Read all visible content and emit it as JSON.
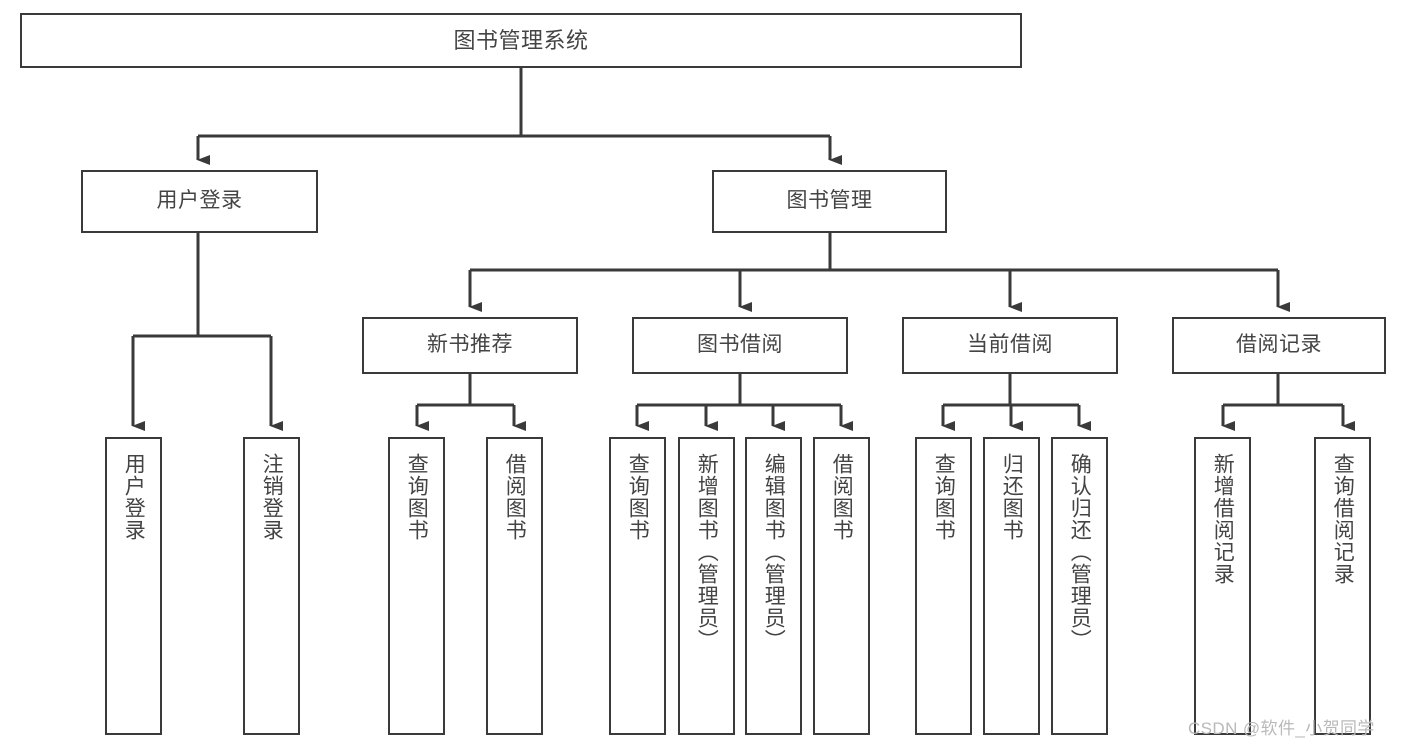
{
  "diagram": {
    "title": "图书管理系统",
    "type": "function-tree",
    "root": {
      "id": "root",
      "label": "图书管理系统"
    },
    "level2": [
      {
        "id": "user-login",
        "label": "用户登录"
      },
      {
        "id": "book-management",
        "label": "图书管理"
      }
    ],
    "level3": [
      {
        "id": "new-book-recommend",
        "label": "新书推荐",
        "parent": "book-management"
      },
      {
        "id": "book-borrow",
        "label": "图书借阅",
        "parent": "book-management"
      },
      {
        "id": "current-borrow",
        "label": "当前借阅",
        "parent": "book-management"
      },
      {
        "id": "borrow-record",
        "label": "借阅记录",
        "parent": "book-management"
      }
    ],
    "leaves": [
      {
        "id": "leaf-user-login",
        "label": "用户登录",
        "parent": "user-login"
      },
      {
        "id": "leaf-logout-login",
        "label": "注销登录",
        "parent": "user-login"
      },
      {
        "id": "leaf-query-book-1",
        "label": "查询图书",
        "parent": "new-book-recommend"
      },
      {
        "id": "leaf-borrow-book-1",
        "label": "借阅图书",
        "parent": "new-book-recommend"
      },
      {
        "id": "leaf-query-book-2",
        "label": "查询图书",
        "parent": "book-borrow"
      },
      {
        "id": "leaf-add-book",
        "label": "新增图书（管理员）",
        "parent": "book-borrow"
      },
      {
        "id": "leaf-edit-book",
        "label": "编辑图书（管理员）",
        "parent": "book-borrow"
      },
      {
        "id": "leaf-borrow-book-2",
        "label": "借阅图书",
        "parent": "book-borrow"
      },
      {
        "id": "leaf-query-book-3",
        "label": "查询图书",
        "parent": "current-borrow"
      },
      {
        "id": "leaf-return-book",
        "label": "归还图书",
        "parent": "current-borrow"
      },
      {
        "id": "leaf-confirm-return",
        "label": "确认归还（管理员）",
        "parent": "current-borrow"
      },
      {
        "id": "leaf-add-record",
        "label": "新增借阅记录",
        "parent": "borrow-record"
      },
      {
        "id": "leaf-query-record",
        "label": "查询借阅记录",
        "parent": "borrow-record"
      }
    ],
    "watermark": "CSDN @软件_小贺同学",
    "colors": {
      "stroke": "#3a3a3a",
      "text": "#444444",
      "background": "#ffffff",
      "watermark": "#b9b9b9"
    }
  }
}
